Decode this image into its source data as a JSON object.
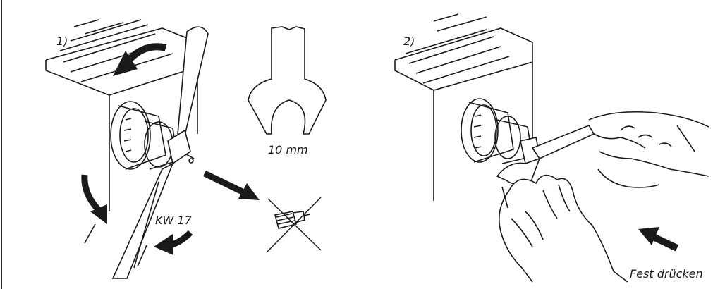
{
  "panels": [
    {
      "step_label": "1)",
      "wrench_size_label": "KW 17",
      "spanner_size_label": "10 mm"
    },
    {
      "step_label": "2)",
      "action_label": "Fest drücken"
    }
  ],
  "colors": {
    "line": "#1a1a1a",
    "arrow": "#1a1a1a",
    "background": "#ffffff"
  }
}
